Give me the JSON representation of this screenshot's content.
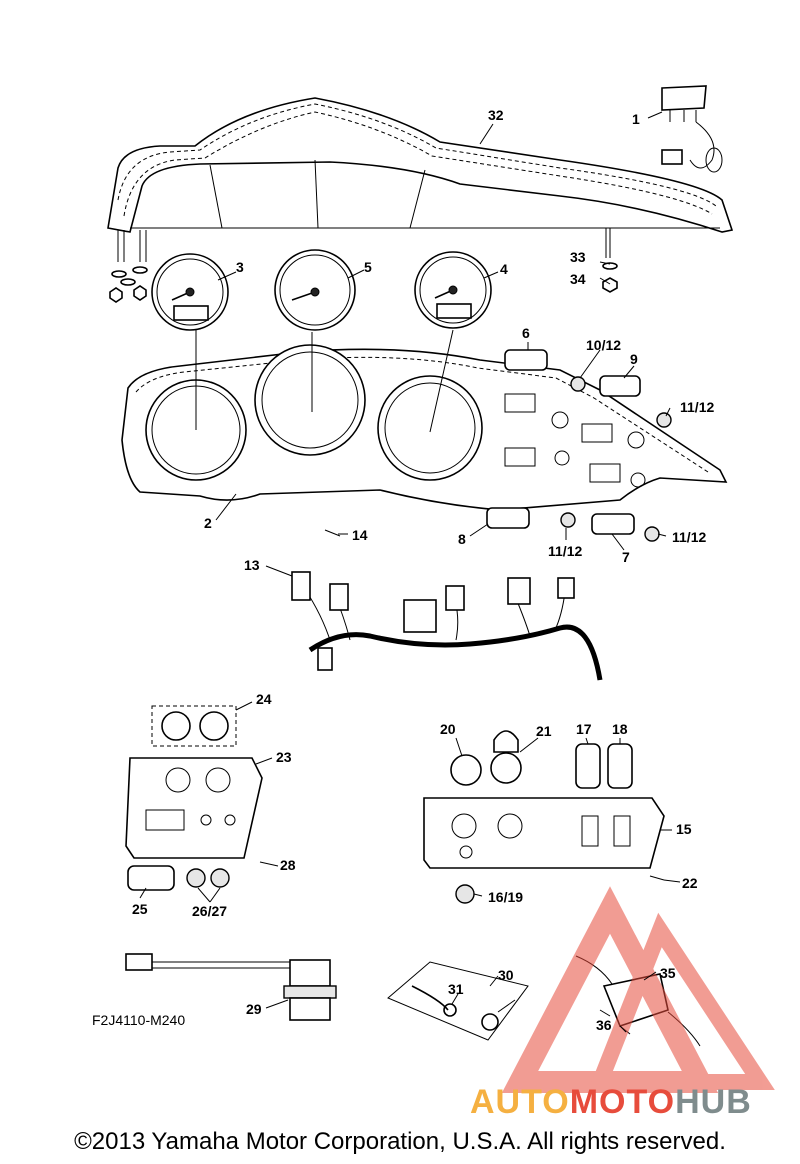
{
  "diagram_code": "F2J4110-M240",
  "copyright": "©2013 Yamaha Motor Corporation, U.S.A. All rights reserved.",
  "watermark": {
    "part1": "AUTO",
    "part2": "MOTO",
    "part3": "HUB",
    "color1": "#f5b041",
    "color2": "#e74c3c",
    "color3": "#7f8c8d"
  },
  "callouts": {
    "c1": "1",
    "c2": "2",
    "c3": "3",
    "c4": "4",
    "c5": "5",
    "c6": "6",
    "c7": "7",
    "c8": "8",
    "c9": "9",
    "c10_12": "10/12",
    "c11_12a": "11/12",
    "c11_12b": "11/12",
    "c11_12c": "11/12",
    "c13": "13",
    "c14": "14",
    "c15": "15",
    "c16_19": "16/19",
    "c17": "17",
    "c18": "18",
    "c20": "20",
    "c21": "21",
    "c22": "22",
    "c23": "23",
    "c24": "24",
    "c25": "25",
    "c26_27": "26/27",
    "c28": "28",
    "c29": "29",
    "c30": "30",
    "c31": "31",
    "c32": "32",
    "c33": "33",
    "c34": "34",
    "c35": "35",
    "c36": "36"
  }
}
